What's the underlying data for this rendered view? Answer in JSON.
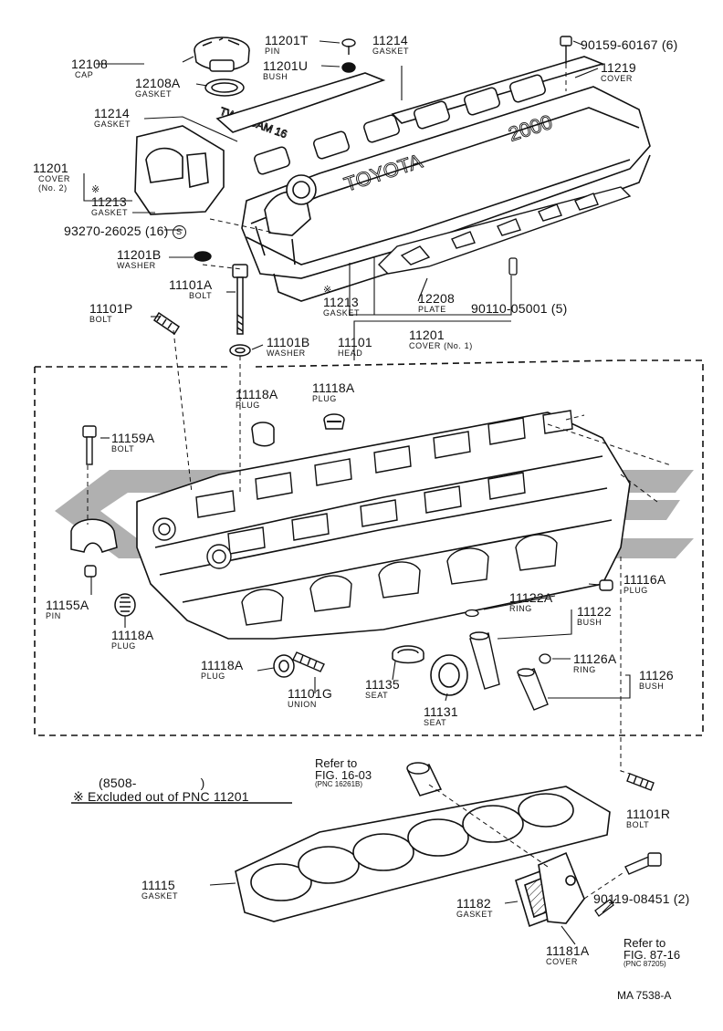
{
  "diagram_code": "MA 7538-A",
  "parts": [
    {
      "id": "p12108",
      "number": "12108",
      "name": "CAP"
    },
    {
      "id": "p12108a",
      "number": "12108A",
      "name": "GASKET"
    },
    {
      "id": "p11201t",
      "number": "11201T",
      "name": "PIN"
    },
    {
      "id": "p11201u",
      "number": "11201U",
      "name": "BUSH"
    },
    {
      "id": "p11214top",
      "number": "11214",
      "name": "GASKET"
    },
    {
      "id": "p90159",
      "number": "90159-60167 (6)",
      "name": ""
    },
    {
      "id": "p11219",
      "number": "11219",
      "name": "COVER"
    },
    {
      "id": "p11214left",
      "number": "11214",
      "name": "GASKET"
    },
    {
      "id": "p11201no2",
      "number": "11201",
      "name": "COVER",
      "extra": "(No. 2)"
    },
    {
      "id": "p11213left",
      "number": "11213",
      "name": "GASKET",
      "mark": "※"
    },
    {
      "id": "p93270",
      "number": "93270-26025 (16)",
      "name": "",
      "mark": "S"
    },
    {
      "id": "p11201b",
      "number": "11201B",
      "name": "WASHER"
    },
    {
      "id": "p11101a",
      "number": "11101A",
      "name": "BOLT"
    },
    {
      "id": "p11213mid",
      "number": "11213",
      "name": "GASKET",
      "mark": "※"
    },
    {
      "id": "p12208",
      "number": "12208",
      "name": "PLATE"
    },
    {
      "id": "p90110",
      "number": "90110-05001 (5)",
      "name": ""
    },
    {
      "id": "p11101p",
      "number": "11101P",
      "name": "BOLT"
    },
    {
      "id": "p11101b",
      "number": "11101B",
      "name": "WASHER"
    },
    {
      "id": "p11101",
      "number": "11101",
      "name": "HEAD"
    },
    {
      "id": "p11201no1",
      "number": "11201",
      "name": "COVER (No. 1)"
    },
    {
      "id": "p11118a_1",
      "number": "11118A",
      "name": "PLUG"
    },
    {
      "id": "p11118a_2",
      "number": "11118A",
      "name": "PLUG"
    },
    {
      "id": "p11159a",
      "number": "11159A",
      "name": "BOLT"
    },
    {
      "id": "p11155a",
      "number": "11155A",
      "name": "PIN"
    },
    {
      "id": "p11118a_3",
      "number": "11118A",
      "name": "PLUG"
    },
    {
      "id": "p11116a",
      "number": "11116A",
      "name": "PLUG"
    },
    {
      "id": "p11122a",
      "number": "11122A",
      "name": "RING"
    },
    {
      "id": "p11122",
      "number": "11122",
      "name": "BUSH"
    },
    {
      "id": "p11118a_4",
      "number": "11118A",
      "name": "PLUG"
    },
    {
      "id": "p11101g",
      "number": "11101G",
      "name": "UNION"
    },
    {
      "id": "p11135",
      "number": "11135",
      "name": "SEAT"
    },
    {
      "id": "p11131",
      "number": "11131",
      "name": "SEAT"
    },
    {
      "id": "p11126a",
      "number": "11126A",
      "name": "RING"
    },
    {
      "id": "p11126",
      "number": "11126",
      "name": "BUSH"
    },
    {
      "id": "p11101r",
      "number": "11101R",
      "name": "BOLT"
    },
    {
      "id": "p11115",
      "number": "11115",
      "name": "GASKET"
    },
    {
      "id": "p11182",
      "number": "11182",
      "name": "GASKET"
    },
    {
      "id": "p90119",
      "number": "90119-08451 (2)",
      "name": ""
    },
    {
      "id": "p11181a",
      "number": "11181A",
      "name": "COVER"
    }
  ],
  "references": [
    {
      "id": "ref1",
      "line1": "Refer to",
      "line2": "FIG. 16-03",
      "line3": "(PNC 16261B)"
    },
    {
      "id": "ref2",
      "line1": "Refer to",
      "line2": "FIG. 87-16",
      "line3": "(PNC 87205)"
    }
  ],
  "note": {
    "date": "(8508-",
    "date_close": ")",
    "text": "※ Excluded out of PNC 11201"
  },
  "cover_text": {
    "brand": "TOYOTA",
    "model": "2000",
    "twin_cam": "TWIN CAM 16"
  },
  "colors": {
    "ink": "#111111",
    "watermark": "#9a9a9a",
    "paper": "#ffffff"
  }
}
